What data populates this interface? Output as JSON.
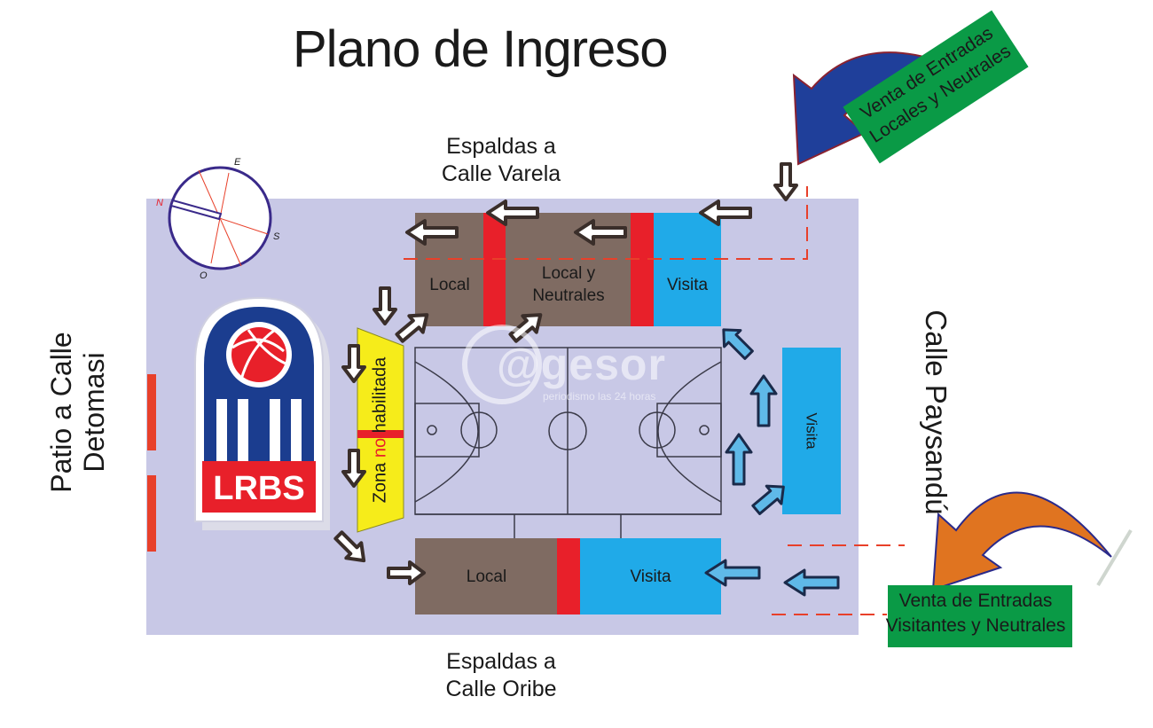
{
  "title": "Plano de Ingreso",
  "streets": {
    "north": [
      "Espaldas  a",
      "Calle Varela"
    ],
    "south": [
      "Espaldas a",
      "Calle Oribe"
    ],
    "west": [
      "Patio a Calle",
      "Detomasi"
    ],
    "east": "Calle Paysandú"
  },
  "sections": {
    "top_local": "Local",
    "top_local_neutrales": [
      "Local y",
      "Neutrales"
    ],
    "top_visita": "Visita",
    "right_visita": "Visita",
    "bottom_local": "Local",
    "bottom_visita": "Visita"
  },
  "zona_no_habilitada": {
    "part1": "Zona ",
    "part2": "no",
    "part3": " habilitada"
  },
  "tickets": {
    "locales": [
      "Venta de Entradas",
      "Locales y Neutrales"
    ],
    "visitantes": [
      "Venta de Entradas",
      "Visitantes y Neutrales"
    ]
  },
  "logo_text": "LRBS",
  "compass": {
    "n": "N",
    "e": "E",
    "s": "S",
    "o": "O"
  },
  "watermark": {
    "brand": "@gesor",
    "tagline": "periodismo las 24 horas"
  },
  "colors": {
    "site": "#c8c8e6",
    "local": "#7f6b62",
    "visita": "#20aae8",
    "divider": "#e8202a",
    "zona": "#f6ec1a",
    "ticket": "#0a9a46",
    "arrow_dark": "#3a2e2a",
    "arrow_blue": "#5fb9e8",
    "big_arrow_blue": "#1f3f9a",
    "big_arrow_orange": "#e07420"
  }
}
